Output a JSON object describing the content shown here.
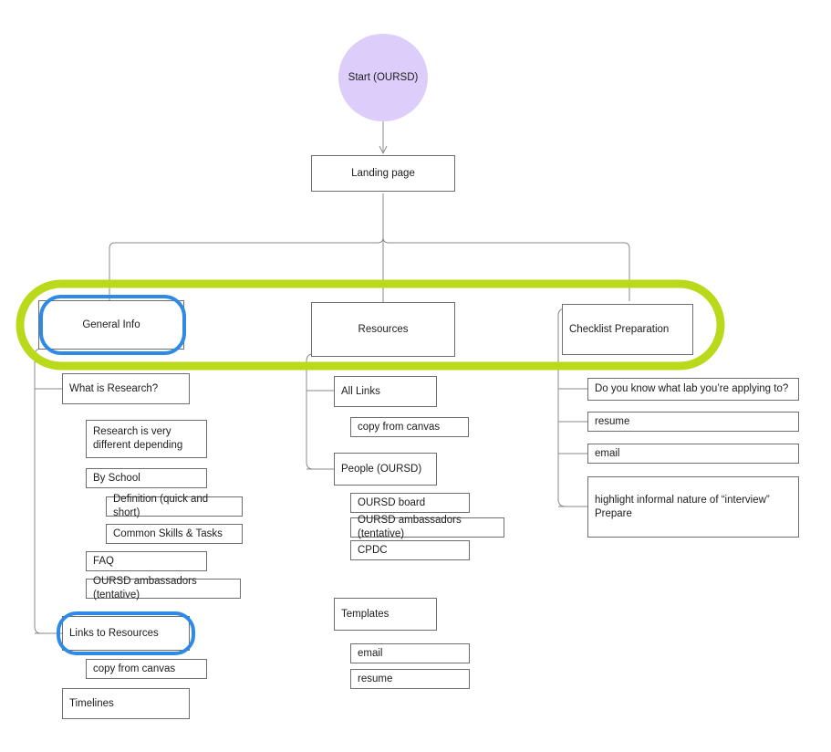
{
  "diagram": {
    "title_node": "Start (OURSD)",
    "type": "flowchart",
    "background_color": "#ffffff",
    "node_border_color": "#6e6e6e",
    "node_fill_color": "#ffffff",
    "start_node_fill": "#ddcdfa",
    "connector_color": "#8a8a8a",
    "highlight_green": "#b9d91a",
    "highlight_blue": "#2e8ae5"
  },
  "nodes": {
    "start": "Start (OURSD)",
    "landing": "Landing page",
    "general_info": "General Info",
    "resources": "Resources",
    "checklist": "Checklist Preparation",
    "what_is_research": "What is Research?",
    "research_is_very": "Research is very\ndifferent depending",
    "by_school": "By School",
    "definition": "Definition (quick and short)",
    "common_skills": "Common Skills & Tasks",
    "faq": "FAQ",
    "ambassadors_left": "OURSD ambassadors (tentative)",
    "links_to_resources": "Links to Resources",
    "copy_from_canvas_left": "copy from canvas",
    "timelines": "Timelines",
    "all_links": "All Links",
    "copy_from_canvas_mid": "copy from canvas",
    "people_oursd": "People (OURSD)",
    "oursd_board": "OURSD board",
    "oursd_ambassadors_mid": "OURSD ambassadors (tentative)",
    "cpdc": "CPDC",
    "templates": "Templates",
    "templates_email": "email",
    "templates_resume": "resume",
    "do_you_know_lab": "Do you know what lab you’re applying to?",
    "resume_right": "resume",
    "email_right": "email",
    "highlight_informal": "highlight informal nature of “interview”\nPrepare"
  },
  "annotations": {
    "green_selection_label": "green-highlight-row-of-three-branches",
    "blue_selection_general_info": "blue-highlight-general-info",
    "blue_selection_links_to_resources": "blue-highlight-links-to-resources"
  }
}
